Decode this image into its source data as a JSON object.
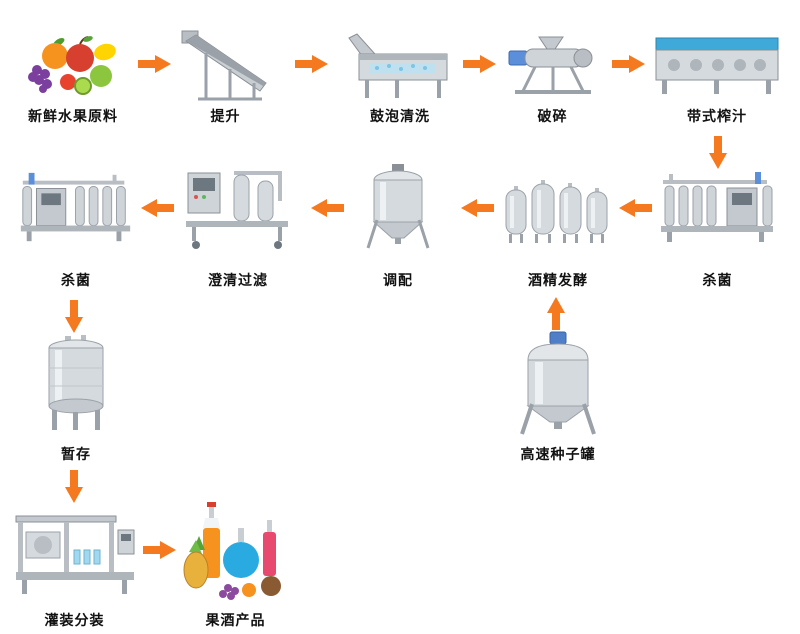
{
  "flow": {
    "arrow_color": "#f5791e",
    "nodes": {
      "fresh_fruit": {
        "label": "新鲜水果原料"
      },
      "lifting": {
        "label": "提升"
      },
      "bubble_washing": {
        "label": "鼓泡清洗"
      },
      "crushing": {
        "label": "破碎"
      },
      "belt_juicing": {
        "label": "带式榨汁"
      },
      "sterilization_right": {
        "label": "杀菌"
      },
      "alcohol_fermentation": {
        "label": "酒精发酵"
      },
      "blending": {
        "label": "调配"
      },
      "clarification": {
        "label": "澄清过滤"
      },
      "sterilization_left": {
        "label": "杀菌"
      },
      "temporary_storage": {
        "label": "暂存"
      },
      "seed_tank": {
        "label": "高速种子罐"
      },
      "filling": {
        "label": "灌装分装"
      },
      "product": {
        "label": "果酒产品"
      }
    },
    "connections": [
      {
        "from": "fresh_fruit",
        "to": "lifting",
        "direction": "right"
      },
      {
        "from": "lifting",
        "to": "bubble_washing",
        "direction": "right"
      },
      {
        "from": "bubble_washing",
        "to": "crushing",
        "direction": "right"
      },
      {
        "from": "crushing",
        "to": "belt_juicing",
        "direction": "right"
      },
      {
        "from": "belt_juicing",
        "to": "sterilization_right",
        "direction": "down"
      },
      {
        "from": "sterilization_right",
        "to": "alcohol_fermentation",
        "direction": "left"
      },
      {
        "from": "alcohol_fermentation",
        "to": "blending",
        "direction": "left"
      },
      {
        "from": "blending",
        "to": "clarification",
        "direction": "left"
      },
      {
        "from": "clarification",
        "to": "sterilization_left",
        "direction": "left"
      },
      {
        "from": "sterilization_left",
        "to": "temporary_storage",
        "direction": "down"
      },
      {
        "from": "seed_tank",
        "to": "alcohol_fermentation",
        "direction": "up"
      },
      {
        "from": "temporary_storage",
        "to": "filling",
        "direction": "down"
      },
      {
        "from": "filling",
        "to": "product",
        "direction": "right"
      }
    ]
  }
}
